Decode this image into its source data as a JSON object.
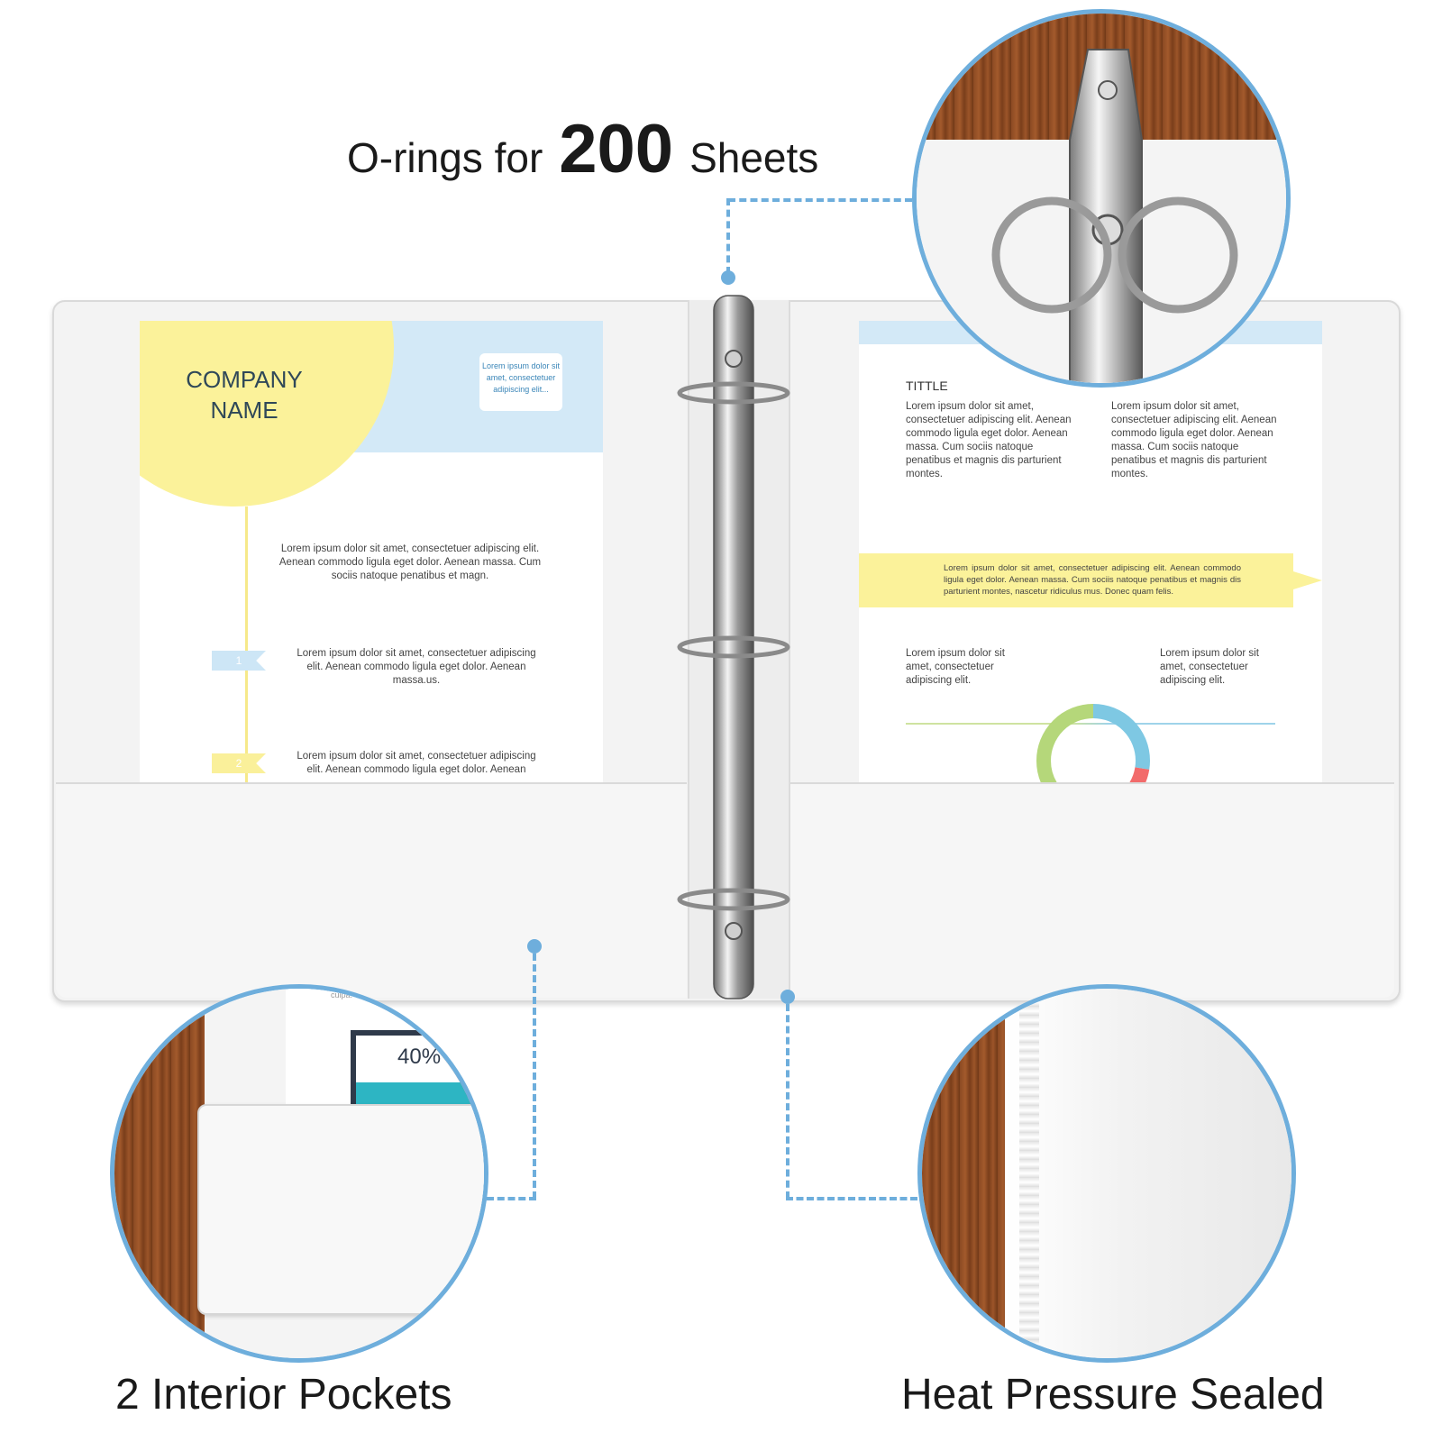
{
  "headline": {
    "prefix": "O-rings for",
    "number": "200",
    "suffix": "Sheets"
  },
  "captions": {
    "pockets": "2 Interior Pockets",
    "sealed": "Heat Pressure Sealed"
  },
  "left_document": {
    "company_line1": "COMPANY",
    "company_line2": "NAME",
    "bubble_text": "Lorem ipsum dolor sit amet, consectetuer adipiscing elit...",
    "intro": "Lorem ipsum dolor sit amet, consectetuer adipiscing elit. Aenean commodo ligula eget dolor. Aenean massa. Cum sociis natoque penatibus et magn.",
    "step1_label": "1",
    "step1_text": "Lorem ipsum dolor sit amet, consectetuer adipiscing elit. Aenean commodo ligula eget dolor. Aenean massa.us.",
    "step2_label": "2",
    "step2_text": "Lorem ipsum dolor sit amet, consectetuer adipiscing elit. Aenean commodo ligula eget dolor. Aenean"
  },
  "right_document": {
    "title": "TITTLE",
    "col1": "Lorem ipsum dolor sit amet, consectetuer adipiscing elit. Aenean commodo ligula eget dolor. Aenean massa. Cum sociis natoque penatibus et magnis dis parturient montes.",
    "col2": "Lorem ipsum dolor sit amet, consectetuer adipiscing elit. Aenean commodo ligula eget dolor. Aenean massa. Cum sociis natoque penatibus et magnis dis parturient montes.",
    "banner": "Lorem ipsum dolor sit amet, consectetuer adipiscing elit. Aenean commodo ligula eget dolor. Aenean massa. Cum sociis natoque penatibus et magnis dis parturient montes, nascetur ridiculus mus. Donec quam felis.",
    "small_left": "Lorem ipsum dolor sit amet, consectetuer adipiscing elit.",
    "small_right": "Lorem ipsum dolor sit amet, consectetuer adipiscing elit.",
    "donut_colors": [
      "#7ec8e3",
      "#f26b6b",
      "#fbf29a",
      "#b5d77a"
    ]
  },
  "pocket_zoom": {
    "percent": "40%",
    "tiny_text": "culpa. The"
  },
  "colors": {
    "accent": "#6eaedc",
    "yellow": "#fbf29a",
    "light_blue": "#d3e9f7"
  }
}
